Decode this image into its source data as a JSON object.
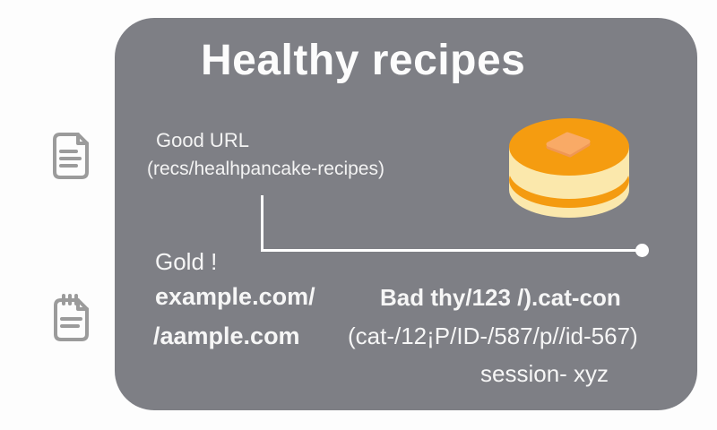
{
  "card": {
    "title": "Healthy recipes",
    "good_url_label": "Good URL",
    "good_url_value": "(recs/healhpancake-recipes)",
    "gold_label": "Gold !",
    "good_domain_line1": "example.com/",
    "good_domain_line2": "/aample.com",
    "bad_url_line1": "Bad thy/123 /).cat-con",
    "bad_url_line2": "(cat-/12¡P/ID-/587/p//id-567)",
    "bad_url_line3": "session- xyz"
  },
  "colors": {
    "card_background": "#7E7F85",
    "card_text": "#F6F6F6",
    "connector": "#FFFFFF",
    "icon_gray": "#9B9B9B",
    "pancake_top": "#F59C10",
    "pancake_stripe": "#F49B10",
    "pancake_side": "#FBE8AC",
    "butter": "#F9AA66",
    "butter_shadow": "#EF9755"
  },
  "icons": {
    "left_top": "document-icon",
    "left_bottom": "notepad-icon",
    "illustration": "pancake-with-butter"
  }
}
